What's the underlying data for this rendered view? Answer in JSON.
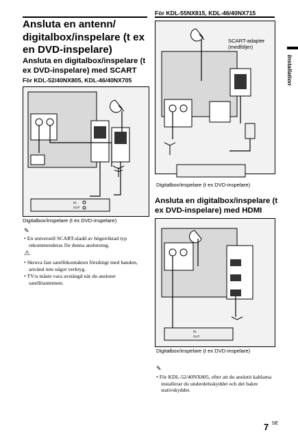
{
  "left": {
    "title": "Ansluta en antenn/ digitalbox/inspelare (t ex en DVD-inspelare)",
    "subtitle": "Ansluta en digitalbox/inspelare (t ex DVD-inspelare) med SCART",
    "model_heading": "För KDL-52/40NX805, KDL-46/40NX705",
    "device_caption": "Digitalbox/inspelare (t ex DVD-inspelare)",
    "note_tip": "En universell SCART-sladd av högerriktad typ rekommenderas för denna anslutning.",
    "note_warnings": [
      "Skruva fast satellitkontakten försiktigt med handen, använd inte något verktyg.",
      "TV:n måste vara avstängd när du ansluter satellitantennen."
    ]
  },
  "right": {
    "model_heading": "För KDL-55NX815, KDL-46/40NX715",
    "scart_adapter": "SCART-adapter (medföljer)",
    "device_caption_1": "Digitalbox/inspelare (t ex DVD-inspelare)",
    "hdmi_heading": "Ansluta en digitalbox/inspelare (t ex DVD-inspelare) med HDMI",
    "device_caption_2": "Digitalbox/inspelare (t ex DVD-inspelare)",
    "note_tip": "För KDL-52/40NX805, efter att du anslutit kablarna installerar du underdelsskyddet och det bakre stativskyddet."
  },
  "side_tab_label": "Installation",
  "page_number": "7",
  "page_suffix": "SE"
}
